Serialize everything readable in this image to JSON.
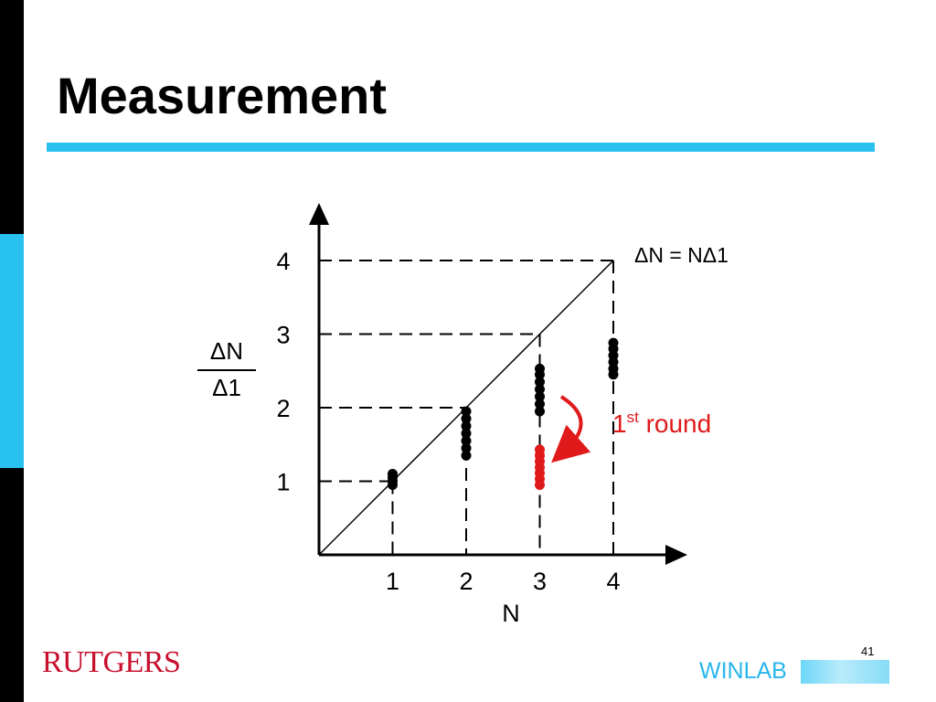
{
  "slide": {
    "title": "Measurement",
    "page_number": "41",
    "footer": {
      "logo_text": "RUTGERS",
      "brand": "WINLAB"
    }
  },
  "colors": {
    "accent_blue": "#29c2f0",
    "rutgers_red": "#c8102e",
    "winlab_blue": "#29b6ec",
    "highlight_red": "#e0191a",
    "ink": "#000000"
  },
  "chart_data": {
    "type": "scatter",
    "xlabel": "N",
    "ylabel": "ΔN/Δ1",
    "ylabel_numerator": "ΔN",
    "ylabel_denominator": "Δ1",
    "xlim": [
      0,
      4.7
    ],
    "ylim": [
      0,
      4.5
    ],
    "x_ticks": [
      "1",
      "2",
      "3",
      "4"
    ],
    "y_ticks": [
      "1",
      "2",
      "3",
      "4"
    ],
    "grid": false,
    "reference_line": {
      "label": "ΔN = NΔ1",
      "from": [
        0,
        0
      ],
      "to": [
        4,
        4
      ]
    },
    "series": [
      {
        "color": "#000000",
        "points": [
          {
            "x": 1,
            "y": 0.95
          },
          {
            "x": 1,
            "y": 1.0
          },
          {
            "x": 1,
            "y": 1.05
          },
          {
            "x": 1,
            "y": 1.1
          },
          {
            "x": 2,
            "y": 1.35
          },
          {
            "x": 2,
            "y": 1.45
          },
          {
            "x": 2,
            "y": 1.55
          },
          {
            "x": 2,
            "y": 1.65
          },
          {
            "x": 2,
            "y": 1.75
          },
          {
            "x": 2,
            "y": 1.85
          },
          {
            "x": 2,
            "y": 1.95
          },
          {
            "x": 3,
            "y": 1.95
          },
          {
            "x": 3,
            "y": 2.05
          },
          {
            "x": 3,
            "y": 2.15
          },
          {
            "x": 3,
            "y": 2.25
          },
          {
            "x": 3,
            "y": 2.35
          },
          {
            "x": 3,
            "y": 2.45
          },
          {
            "x": 3,
            "y": 2.53
          },
          {
            "x": 4,
            "y": 2.45
          },
          {
            "x": 4,
            "y": 2.53
          },
          {
            "x": 4,
            "y": 2.62
          },
          {
            "x": 4,
            "y": 2.71
          },
          {
            "x": 4,
            "y": 2.8
          },
          {
            "x": 4,
            "y": 2.88
          }
        ]
      },
      {
        "color": "#e0191a",
        "points": [
          {
            "x": 3,
            "y": 0.95
          },
          {
            "x": 3,
            "y": 1.03
          },
          {
            "x": 3,
            "y": 1.11
          },
          {
            "x": 3,
            "y": 1.19
          },
          {
            "x": 3,
            "y": 1.27
          },
          {
            "x": 3,
            "y": 1.35
          },
          {
            "x": 3,
            "y": 1.43
          }
        ]
      }
    ],
    "annotations": [
      {
        "text_main": "1",
        "text_sup": "st",
        "text_rest": " round",
        "color": "#e0191a"
      }
    ]
  }
}
